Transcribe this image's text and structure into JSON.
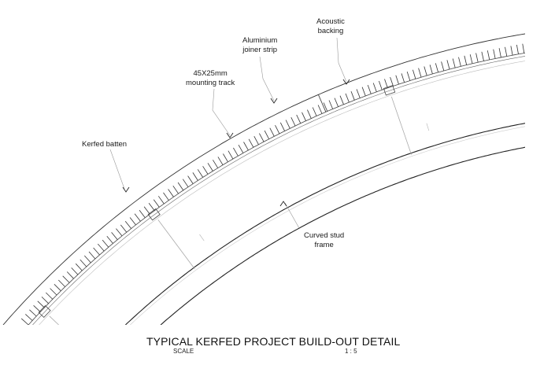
{
  "labels": {
    "acoustic_backing": "Acoustic\nbacking",
    "aluminium_joiner": "Aluminium\njoiner strip",
    "mounting_track": "45X25mm\nmounting track",
    "kerfed_batten": "Kerfed batten",
    "curved_stud": "Curved stud\nframe"
  },
  "title": "TYPICAL KERFED PROJECT BUILD-OUT DETAIL",
  "scale_label": "SCALE",
  "scale_value": "1 : 5",
  "colors": {
    "line": "#222222",
    "light": "#b0b0b0"
  }
}
